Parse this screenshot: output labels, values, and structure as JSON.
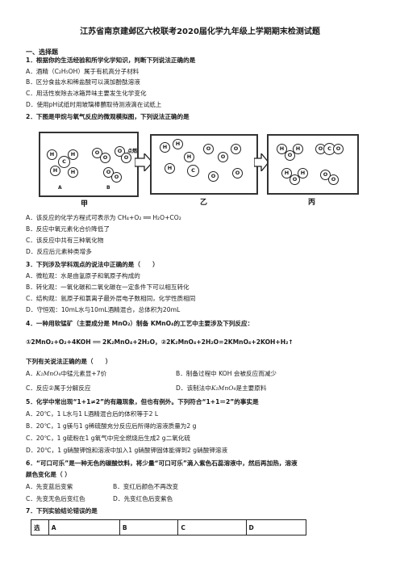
{
  "header": {
    "title": "江苏省南京建邺区六校联考2020届化学九年级上学期期末检测试题"
  },
  "section": {
    "label": "一、选择题"
  },
  "q1": {
    "stem": "1．根据你的生活经验和所学化学知识，判断下列说法正确的是",
    "options": [
      "A．酒精（C₂H₅OH）属于有机高分子材料",
      "B．区分食盐水和稀盐酸可以滴加酚酞溶液",
      "C．用活性炭除去冰箱异味主要发生化学变化",
      "D．使用pH试纸时用玻璃棒蘸取待测液滴在试纸上"
    ]
  },
  "q2": {
    "stem": "2．下图是甲烷与氧气反应的微观模拟图，下列说法正确的是",
    "diagram": {
      "condition": "点燃",
      "label_jia": "甲",
      "label_yi": "乙",
      "label_bing": "丙",
      "sub_a": "A",
      "sub_b": "B"
    },
    "options": [
      "A．该反应的化学方程式可表示为 CH₄+O₂ ══ H₂O+CO₂",
      "B．反应中氧元素化合价降低了",
      "C．该反应中共有三种氧化物",
      "D．反应后元素种类增多"
    ]
  },
  "q3": {
    "stem": "3．下列涉及学科观点的说法中正确的是（　　）",
    "options": [
      "A．微粒观：水是由氢原子和氧原子构成的",
      "B．转化观：一氧化碳和二氧化碳在一定条件下可以相互转化",
      "C．结构观：氩原子和氯离子最外层电子数相同，化学性质相同",
      "D．守恒观：10mL水与10mL酒精混合，总体积为20mL"
    ]
  },
  "q4": {
    "stem": "4．一种用软锰矿（主要成分是 MnO₂）制备 KMnO₄的工艺中主要涉及下列反应：",
    "equations": "①2MnO₂+O₂+4KOH ══ 2K₂MnO₄+2H₂O，②2K₂MnO₄+2H₂O=2KMnO₄+2KOH+H₂↑",
    "ask": "下列有关说法正确的是（　　）",
    "opt_a_formula": "K₂MnO₄",
    "opt_a_text": "中锰元素显+7价",
    "opt_b_text": "B．制备过程中 KOH 会被反应而减少",
    "opt_c_text": "C．反应②属于分解反应",
    "opt_d_text": "D．该制法中",
    "opt_d_formula": "K₂MnO₄",
    "opt_d_tail": "是主要原料"
  },
  "q5": {
    "stem": "5．化学中常出现“1+1≠2”的有趣现象，但也有例外。下列符合“1+1＝2”的事实是",
    "options": [
      "A．20℃，1 L水与1 L酒精混合后的体积等于2 L",
      "B．20℃，1 g镁与1 g稀硫酸充分反应后所得的溶液质量为2 g",
      "C．20℃，1 g硫粉在1 g氧气中完全燃烧后生成2 g二氧化硫",
      "D．20℃，1 g硝酸钾饱和溶液中加入1 g硝酸钾固体能得到2 g硝酸钾溶液"
    ]
  },
  "q6": {
    "stem": "6．“可口可乐”是一种无色的碳酸饮料，将少量“可口可乐”滴入紫色石蕊溶液中，然后再加热，溶液",
    "stem2": "颜色变化是（ ）",
    "row1a": "A．先变蓝后变紫",
    "row1b": "B．变红后颜色不再改变",
    "row2a": "C．先变无色后变红色",
    "row2b": "D．先变红色后变紫色"
  },
  "q7": {
    "stem": "7．下列实验结论错误的是",
    "table": [
      "选",
      "A",
      "B",
      "C",
      "D"
    ]
  }
}
